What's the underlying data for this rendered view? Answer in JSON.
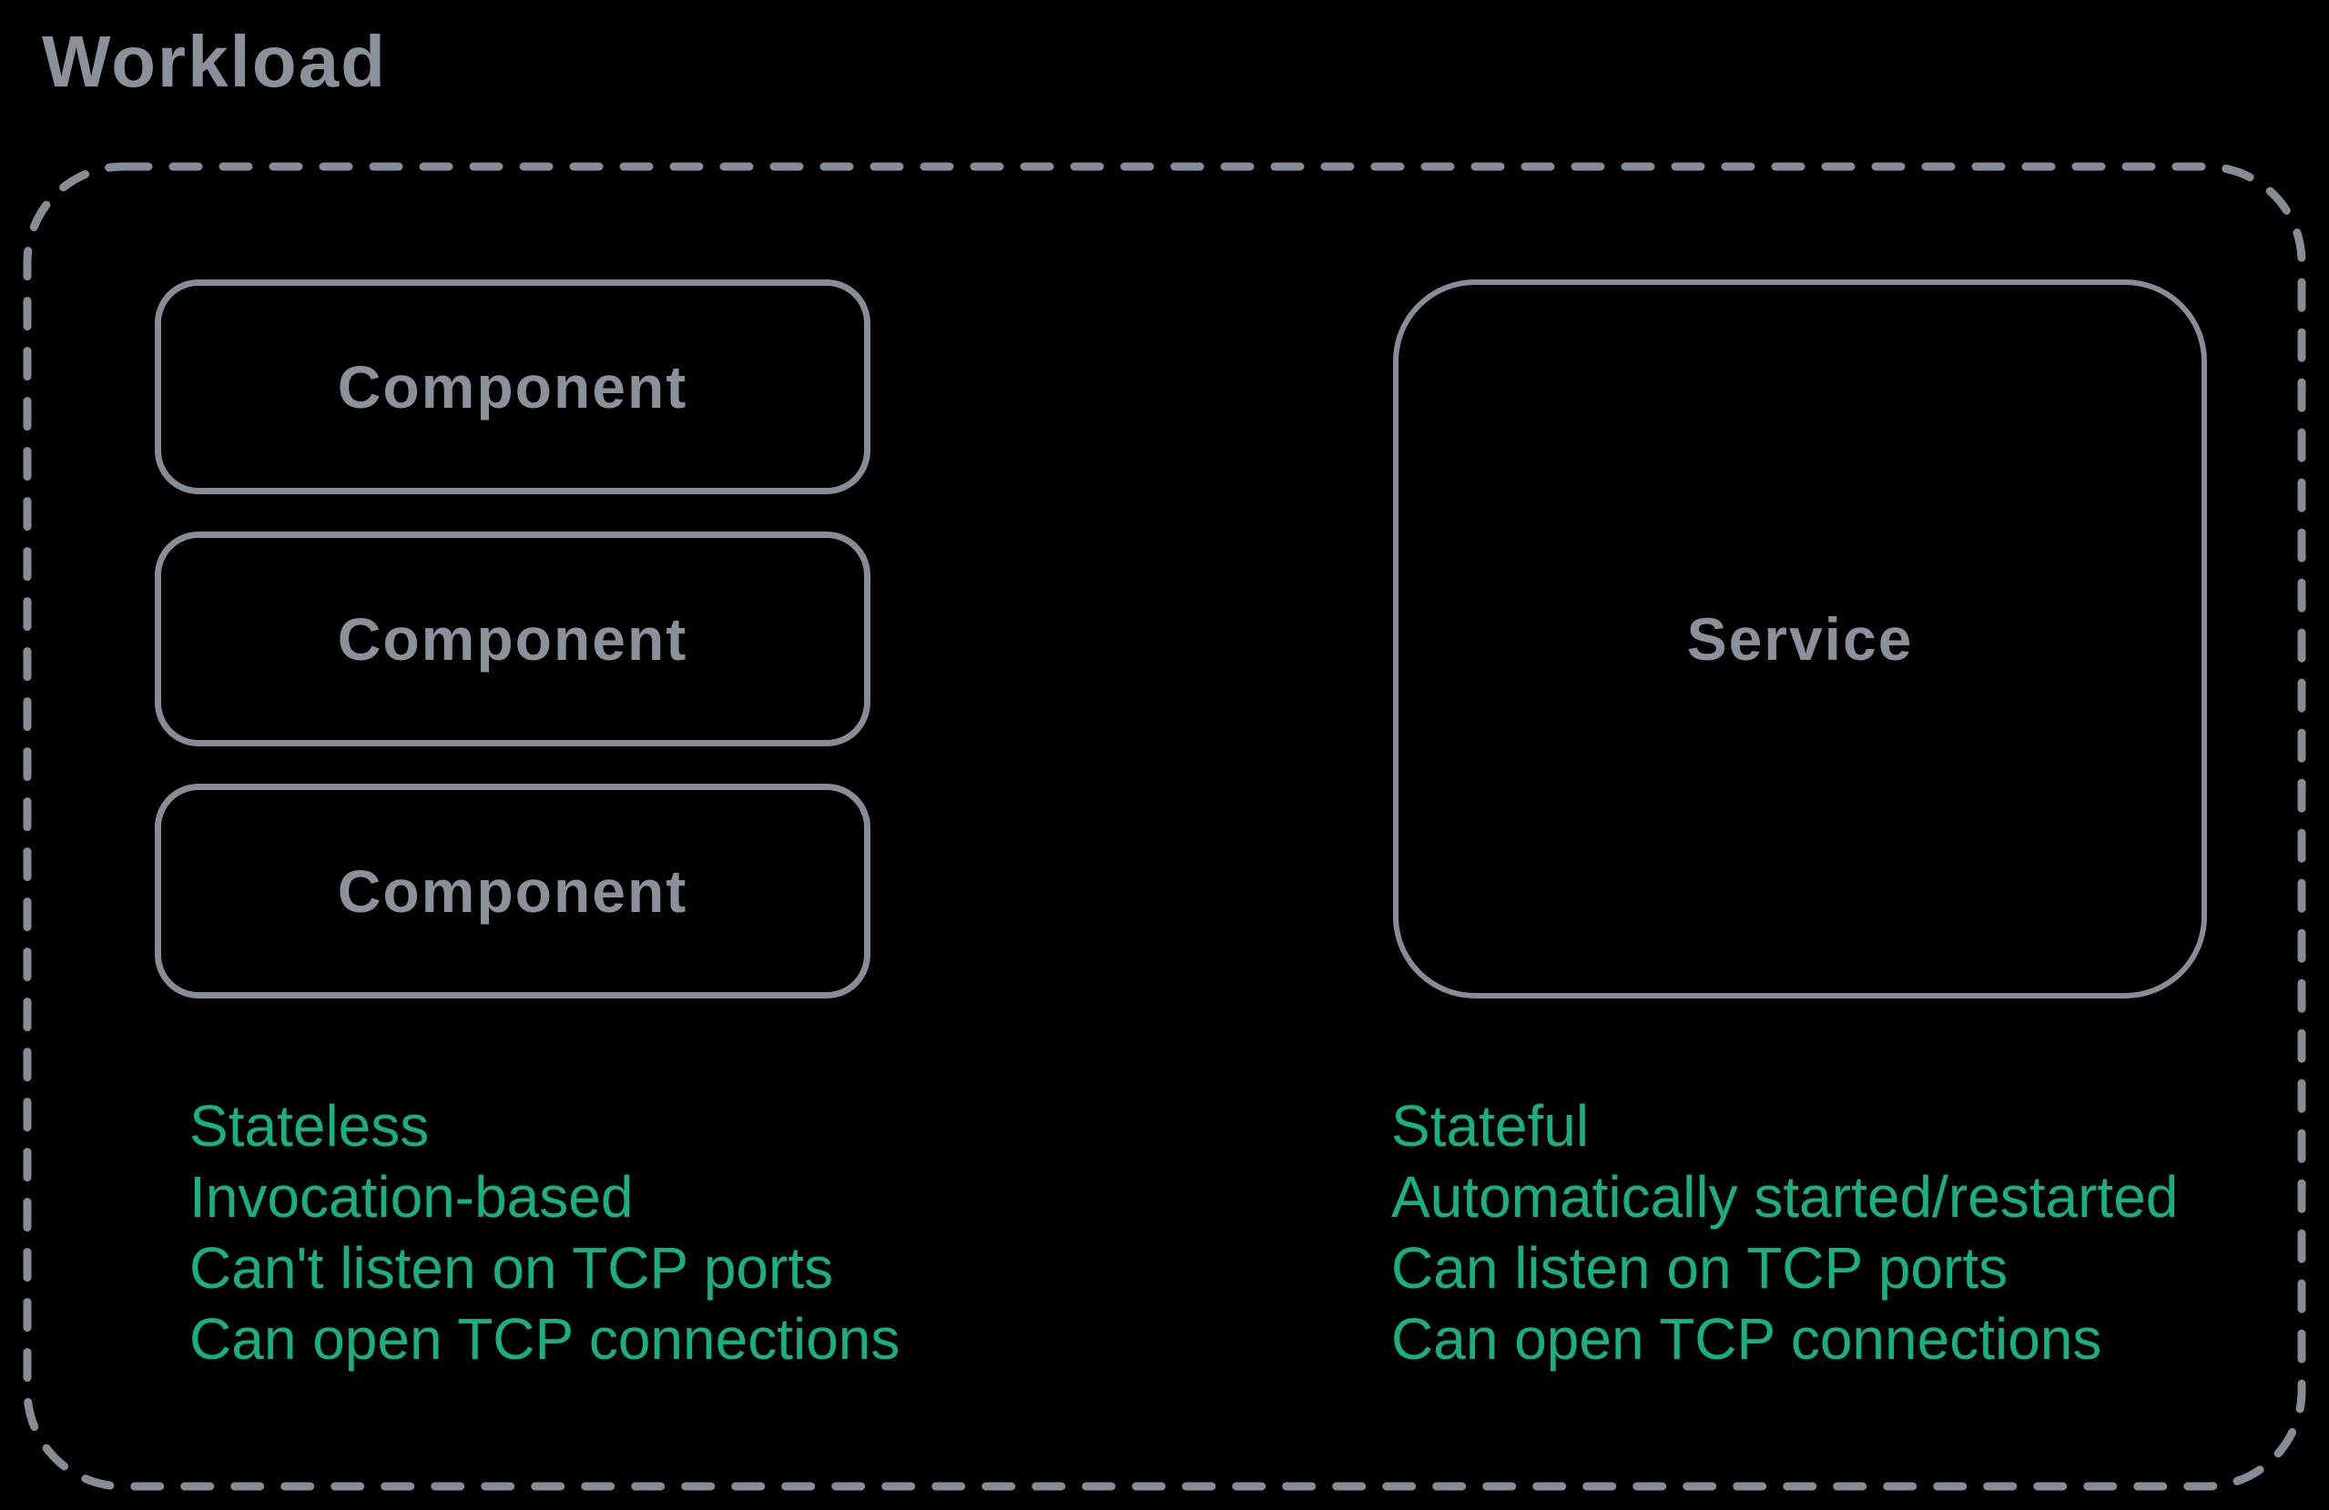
{
  "palette": {
    "background": "#000000",
    "outline_gray": "#878d97",
    "label_gray": "#8b919a",
    "note_green": "#17b181"
  },
  "workload": {
    "label": "Workload",
    "components": [
      "Component",
      "Component",
      "Component"
    ],
    "service_label": "Service",
    "component_notes": [
      "Stateless",
      "Invocation-based",
      "Can't listen on TCP ports",
      "Can open TCP connections"
    ],
    "service_notes": [
      "Stateful",
      "Automatically started/restarted",
      "Can listen on TCP ports",
      "Can open TCP connections"
    ]
  }
}
